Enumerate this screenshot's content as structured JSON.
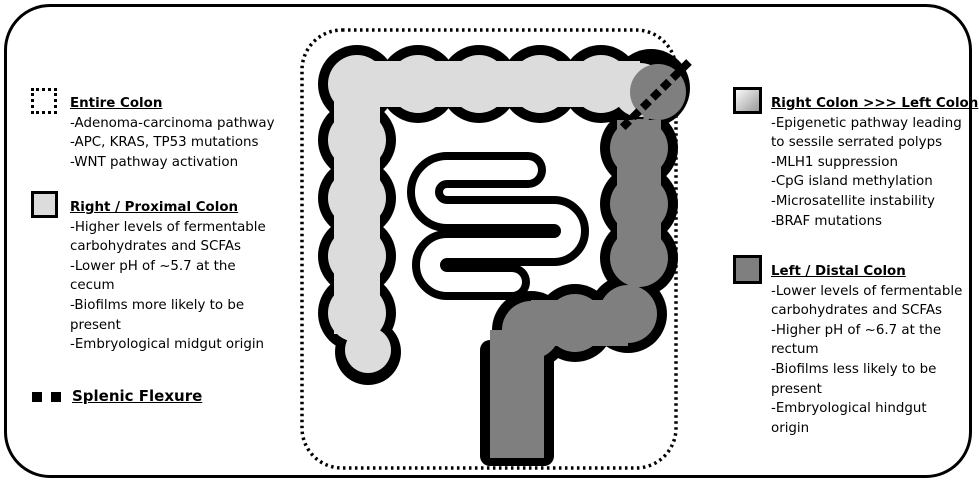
{
  "legend": {
    "entire_colon": {
      "title": "Entire Colon",
      "lines": [
        "-Adenoma-carcinoma pathway",
        "-APC, KRAS, TP53 mutations",
        "-WNT pathway activation"
      ]
    },
    "right_proximal": {
      "title": "Right / Proximal Colon",
      "color": "#dcdcdc",
      "lines": [
        "-Higher levels of fermentable",
        "carbohydrates and SCFAs",
        "-Lower pH of ~5.7 at the",
        "cecum",
        "-Biofilms more likely to be",
        "present",
        "-Embryological midgut origin"
      ]
    },
    "splenic_flexure": {
      "title": "Splenic Flexure"
    },
    "right_vs_left": {
      "title": "Right Colon >>> Left Colon",
      "lines": [
        "-Epigenetic pathway leading",
        "to sessile serrated polyps",
        "-MLH1 suppression",
        "-CpG island methylation",
        "-Microsatellite instability",
        "-BRAF mutations"
      ]
    },
    "left_distal": {
      "title": "Left / Distal Colon",
      "color": "#7f7f7f",
      "lines": [
        "-Lower levels of fermentable",
        "carbohydrates and SCFAs",
        "-Higher pH of ~6.7 at the",
        "rectum",
        "-Biofilms less likely to be",
        "present",
        "-Embryological hindgut",
        "origin"
      ]
    }
  }
}
